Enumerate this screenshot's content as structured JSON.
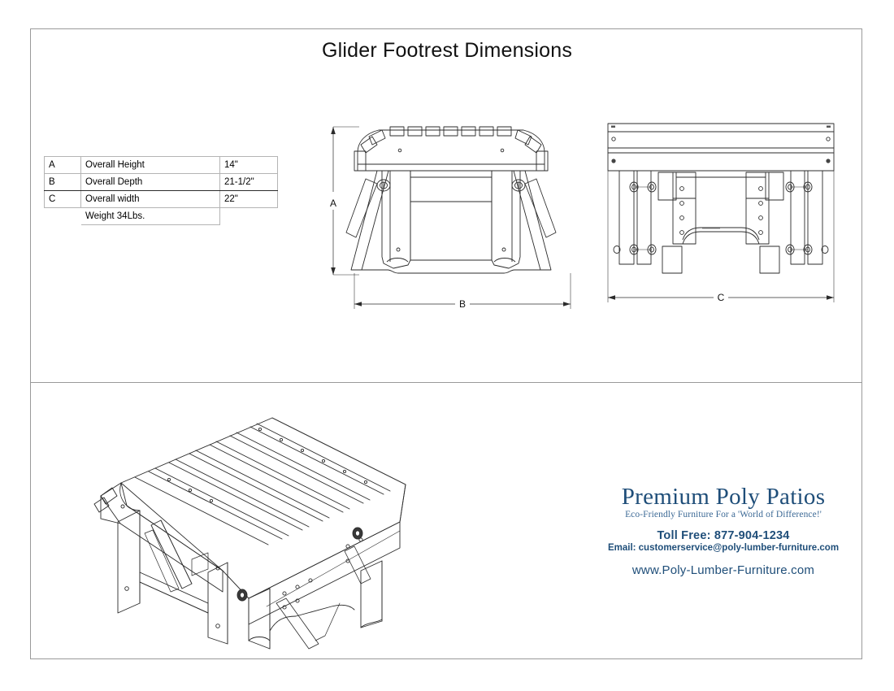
{
  "page": {
    "title": "Glider Footrest Dimensions"
  },
  "dimension_table": {
    "rows": [
      {
        "key": "A",
        "description": "Overall Height",
        "value": "14\""
      },
      {
        "key": "B",
        "description": "Overall Depth",
        "value": "21-1/2\""
      },
      {
        "key": "C",
        "description": "Overall width",
        "value": "22\""
      },
      {
        "key": "",
        "description": "Weight 34Lbs.",
        "value": ""
      }
    ]
  },
  "drawings": {
    "front_view": {
      "name": "front-elevation-view",
      "vertical_dimension_label": "A",
      "horizontal_dimension_label": "B"
    },
    "side_view": {
      "name": "side-elevation-view",
      "horizontal_dimension_label": "C"
    },
    "iso_view": {
      "name": "isometric-perspective-view"
    }
  },
  "branding": {
    "name": "Premium Poly Patios",
    "tagline": "Eco-Friendly Furniture For a 'World of Difference!'",
    "phone": "Toll Free: 877-904-1234",
    "email": "Email: customerservice@poly-lumber-furniture.com",
    "website": "www.Poly-Lumber-Furniture.com",
    "accent_color": "#1f4e79"
  }
}
